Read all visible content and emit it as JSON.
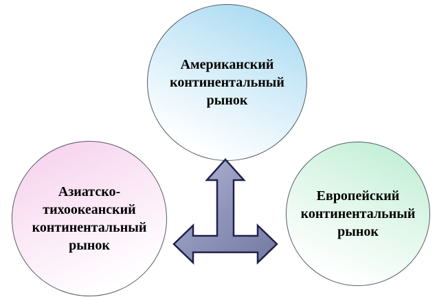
{
  "diagram": {
    "background": "#ffffff",
    "nodes": [
      {
        "id": "american-market",
        "label": "Американский\nконтинентальный\nрынок",
        "shape": "circle",
        "fill_from": "#9ed6f0",
        "fill_to": "#ffffff",
        "border": "#555a66"
      },
      {
        "id": "asia-pacific-market",
        "label": "Азиатско-\nтихоокеанский\nконтинентальный\nрынок",
        "shape": "circle",
        "fill_from": "#f6cdec",
        "fill_to": "#ffffff",
        "border": "#555a66"
      },
      {
        "id": "european-market",
        "label": "Европейский\nконтинентальный\nрынок",
        "shape": "circle",
        "fill_from": "#b9ecd1",
        "fill_to": "#ffffff",
        "border": "#555a66"
      }
    ],
    "connector": {
      "shape": "three-way-arrow",
      "directions": [
        "up",
        "left",
        "right"
      ],
      "fill_from": "#b6bad8",
      "fill_to": "#747a9f",
      "stroke": "#20204c"
    }
  }
}
